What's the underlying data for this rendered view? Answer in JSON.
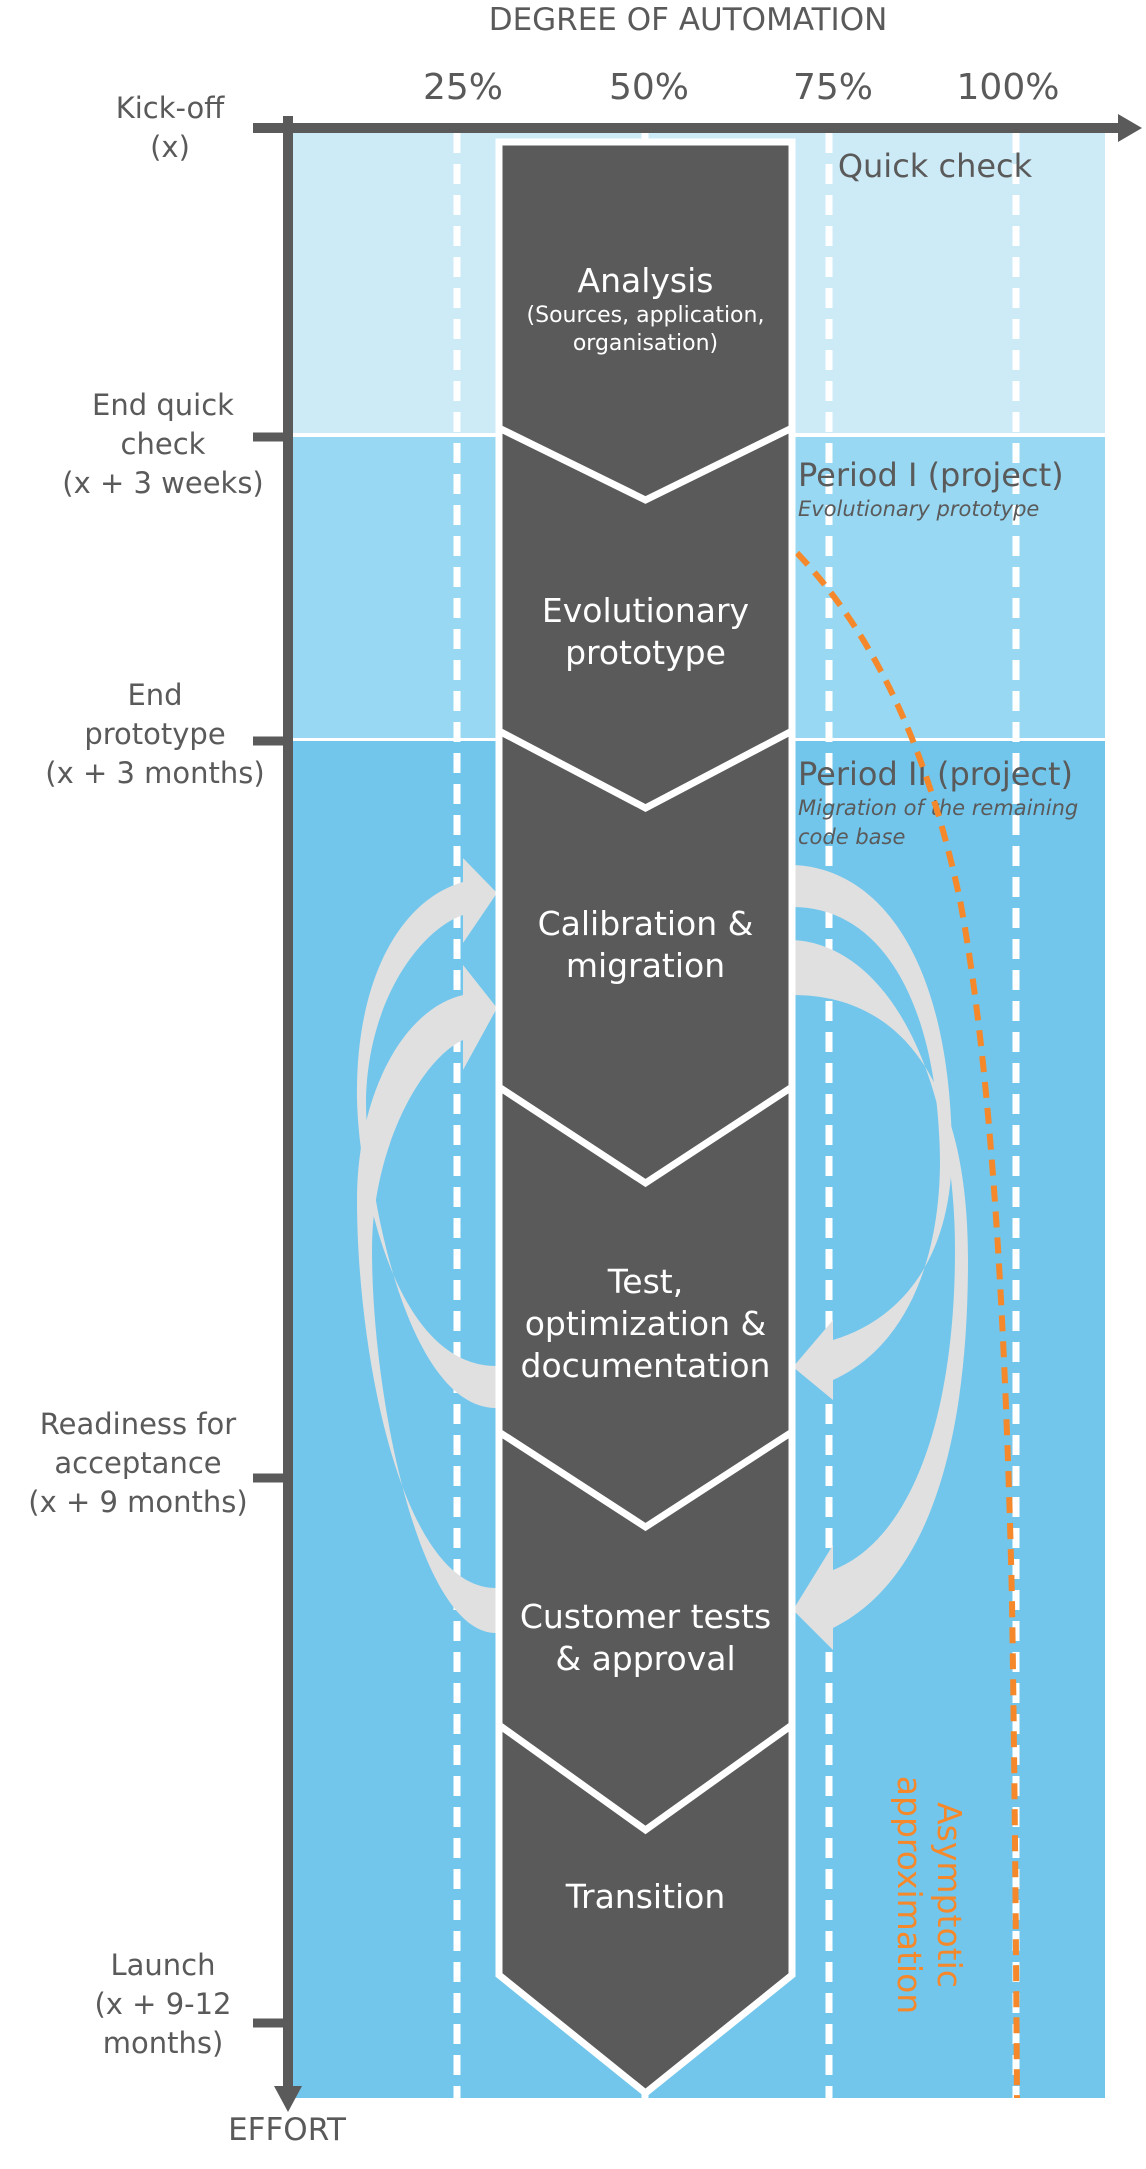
{
  "title": "DEGREE OF AUTOMATION",
  "x_axis": {
    "label": "DEGREE OF AUTOMATION",
    "ticks": [
      "25%",
      "50%",
      "75%",
      "100%"
    ],
    "tick_values": [
      25,
      50,
      75,
      100
    ]
  },
  "y_axis": {
    "label": "EFFORT"
  },
  "milestones": [
    {
      "id": "kickoff",
      "lines": [
        "Kick-off",
        "(x)"
      ]
    },
    {
      "id": "end-quick-check",
      "lines": [
        "End quick",
        "check",
        "(x + 3 weeks)"
      ]
    },
    {
      "id": "end-prototype",
      "lines": [
        "End",
        "prototype",
        "(x + 3 months)"
      ]
    },
    {
      "id": "readiness",
      "lines": [
        "Readiness for",
        "acceptance",
        "(x + 9 months)"
      ]
    },
    {
      "id": "launch",
      "lines": [
        "Launch",
        "(x + 9-12",
        "months)"
      ]
    }
  ],
  "phases": [
    {
      "id": "quick-check",
      "title": "Quick check",
      "subtitle": "",
      "color": "#cdebf7"
    },
    {
      "id": "period-1",
      "title": "Period I (project)",
      "subtitle_lines": [
        "Evolutionary prototype"
      ],
      "color": "#98d8f2"
    },
    {
      "id": "period-2",
      "title": "Period II (project)",
      "subtitle_lines": [
        "Migration of the remaining",
        "code base"
      ],
      "color": "#72c6ec"
    }
  ],
  "stages": [
    {
      "id": "analysis",
      "lines": [
        "Analysis"
      ],
      "sub_lines": [
        "(Sources, application,",
        "organisation)"
      ]
    },
    {
      "id": "evolutionary-prototype",
      "lines": [
        "Evolutionary",
        "prototype"
      ],
      "sub_lines": []
    },
    {
      "id": "calibration-migration",
      "lines": [
        "Calibration &",
        "migration"
      ],
      "sub_lines": []
    },
    {
      "id": "test-optimization",
      "lines": [
        "Test,",
        "optimization &",
        "documentation"
      ],
      "sub_lines": []
    },
    {
      "id": "customer-tests",
      "lines": [
        "Customer tests",
        "& approval"
      ],
      "sub_lines": []
    },
    {
      "id": "transition",
      "lines": [
        "Transition"
      ],
      "sub_lines": []
    }
  ],
  "feedback_loops": [
    {
      "from": "test-optimization",
      "to": "calibration-migration",
      "side": "left"
    },
    {
      "from": "customer-tests",
      "to": "calibration-migration",
      "side": "left"
    },
    {
      "from": "calibration-migration",
      "to": "test-optimization",
      "side": "right"
    },
    {
      "from": "calibration-migration",
      "to": "customer-tests",
      "side": "right"
    }
  ],
  "annotation": {
    "lines": [
      "Asymptotic",
      "approximation"
    ],
    "color": "#f5882a"
  },
  "colors": {
    "axis": "#5a5a5a",
    "stage_fill": "#5a5a5a",
    "loop_arrow": "#e0e0e0",
    "curve": "#f5882a"
  }
}
